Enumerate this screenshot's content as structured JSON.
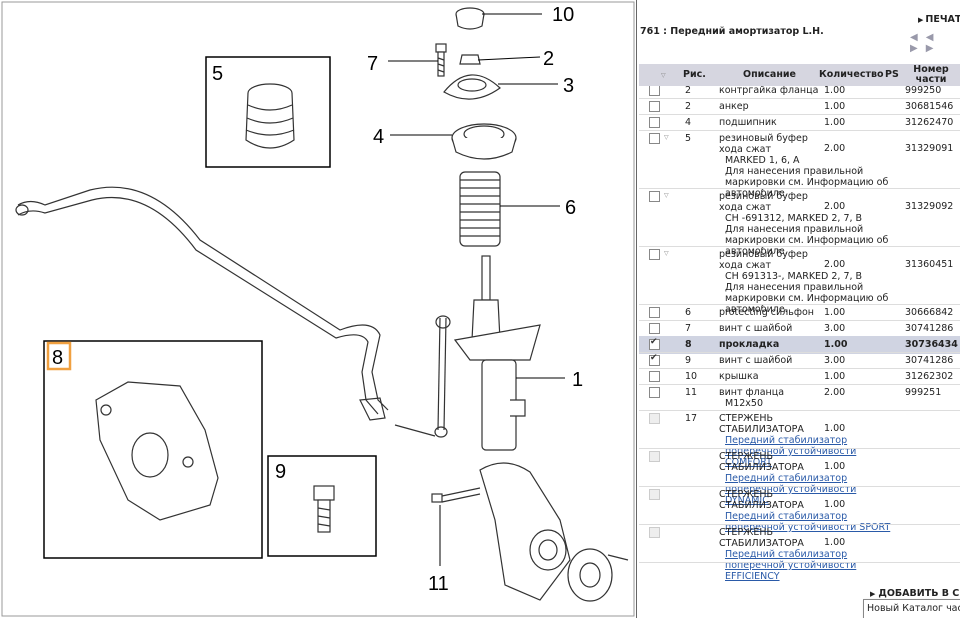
{
  "diagram": {
    "callouts": [
      "10",
      "2",
      "7",
      "3",
      "4",
      "6",
      "1",
      "5",
      "8",
      "9",
      "11"
    ],
    "highlight_color": "#f0a040"
  },
  "panel": {
    "title": "761 : Передний амортизатор L.H.",
    "print_label": "ПЕЧАТЬ",
    "nav_arrows": "◀◀ ▶▶",
    "columns": {
      "pos": "Рис.",
      "desc": "Описание",
      "qty": "Количество",
      "ps": "PS",
      "pn": "Номер части"
    },
    "rows": [
      {
        "pos": "2",
        "desc": "контргайка фланца",
        "qty": "1.00",
        "pn": "999250",
        "checked": false
      },
      {
        "pos": "2",
        "desc": "анкер",
        "qty": "1.00",
        "pn": "30681546",
        "checked": false
      },
      {
        "pos": "4",
        "desc": "подшипник",
        "qty": "1.00",
        "pn": "31262470",
        "checked": false
      },
      {
        "pos": "5",
        "desc": "резиновый буфер хода сжат",
        "sub": "MARKED 1, 6, A",
        "note": "Для нанесения правильной маркировки см. Информацию об автомобиле.",
        "qty": "2.00",
        "pn": "31329091",
        "checked": false
      },
      {
        "pos": "",
        "desc": "резиновый буфер хода сжат",
        "sub": "CH -691312, MARKED 2, 7, B",
        "note": "Для нанесения правильной маркировки см. Информацию об автомобиле.",
        "qty": "2.00",
        "pn": "31329092",
        "checked": false
      },
      {
        "pos": "",
        "desc": "резиновый буфер хода сжат",
        "sub": "CH 691313-, MARKED 2, 7, B",
        "note": "Для нанесения правильной маркировки см. Информацию об автомобиле.",
        "qty": "2.00",
        "pn": "31360451",
        "checked": false
      },
      {
        "pos": "6",
        "desc": "protecting сильфон",
        "qty": "1.00",
        "pn": "30666842",
        "checked": false
      },
      {
        "pos": "7",
        "desc": "винт с шайбой",
        "qty": "3.00",
        "pn": "30741286",
        "checked": false
      },
      {
        "pos": "8",
        "desc": "прокладка",
        "qty": "1.00",
        "pn": "30736434",
        "checked": true,
        "selected": true
      },
      {
        "pos": "9",
        "desc": "винт с шайбой",
        "qty": "3.00",
        "pn": "30741286",
        "checked": true
      },
      {
        "pos": "10",
        "desc": "крышка",
        "qty": "1.00",
        "pn": "31262302",
        "checked": false
      },
      {
        "pos": "11",
        "desc": "винт фланца",
        "sub": "M12x50",
        "qty": "2.00",
        "pn": "999251",
        "checked": false
      },
      {
        "pos": "17",
        "desc": "СТЕРЖЕНЬ СТАБИЛИЗАТОРА",
        "link": "Передний стабилизатор поперечной устойчивости COMFORT",
        "qty": "1.00",
        "pn": "",
        "disabled": true
      },
      {
        "pos": "",
        "desc": "СТЕРЖЕНЬ СТАБИЛИЗАТОРА",
        "link": "Передний стабилизатор поперечной устойчивости DYNAMIC",
        "qty": "1.00",
        "pn": "",
        "disabled": true
      },
      {
        "pos": "",
        "desc": "СТЕРЖЕНЬ СТАБИЛИЗАТОРА",
        "link": "Передний стабилизатор поперечной устойчивости SPORT",
        "qty": "1.00",
        "pn": "",
        "disabled": true
      },
      {
        "pos": "",
        "desc": "СТЕРЖЕНЬ СТАБИЛИЗАТОРА",
        "link": "Передний стабилизатор поперечной устойчивости EFFICIENCY",
        "qty": "1.00",
        "pn": "",
        "disabled": true
      }
    ],
    "add_to_cart": "ДОБАВИТЬ В СП",
    "tooltip": "Новый Каталог част"
  }
}
